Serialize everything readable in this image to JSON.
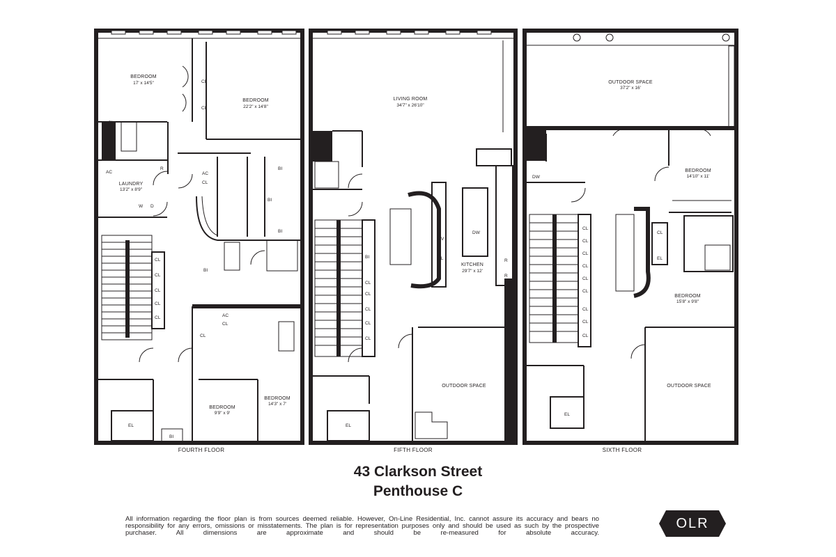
{
  "floors": [
    {
      "name": "FOURTH FLOOR",
      "rooms": [
        {
          "name": "BEDROOM",
          "dims": "17' x 14'5\""
        },
        {
          "name": "BEDROOM",
          "dims": "22'2\" x 14'8\""
        },
        {
          "name": "LAUNDRY",
          "dims": "13'2\" x 8'9\""
        },
        {
          "name": "BEDROOM",
          "dims": "9'9\" x 9'"
        },
        {
          "name": "BEDROOM",
          "dims": "14'3\" x 7'"
        }
      ],
      "fixtures": [
        "CL",
        "CL",
        "CL",
        "AC",
        "R",
        "W",
        "D",
        "AC",
        "CL",
        "BI",
        "BI",
        "BI",
        "CL",
        "CL",
        "CL",
        "CL",
        "CL",
        "BI",
        "AC",
        "CL",
        "CL",
        "EL",
        "BI"
      ]
    },
    {
      "name": "FIFTH FLOOR",
      "rooms": [
        {
          "name": "LIVING ROOM",
          "dims": "34'7\" x 26'10\""
        },
        {
          "name": "KITCHEN",
          "dims": "29'7\" x 12'"
        },
        {
          "name": "OUTDOOR SPACE",
          "dims": ""
        }
      ],
      "fixtures": [
        "DW",
        "OV",
        "CL",
        "R",
        "R",
        "BI",
        "CL",
        "CL",
        "CL",
        "CL",
        "CL",
        "EL"
      ]
    },
    {
      "name": "SIXTH FLOOR",
      "rooms": [
        {
          "name": "OUTDOOR SPACE",
          "dims": "37'2\" x 16'"
        },
        {
          "name": "BEDROOM",
          "dims": "14'10\" x 11'"
        },
        {
          "name": "BEDROOM",
          "dims": "15'8\" x 9'8\""
        },
        {
          "name": "OUTDOOR SPACE",
          "dims": ""
        }
      ],
      "fixtures": [
        "DW",
        "CL",
        "CL",
        "CL",
        "CL",
        "CL",
        "CL",
        "CL",
        "CL",
        "CL",
        "CL",
        "EL"
      ]
    }
  ],
  "title": {
    "line1": "43 Clarkson Street",
    "line2": "Penthouse C"
  },
  "disclaimer": "All information regarding the floor plan is from sources deemed reliable. However, On-Line Residential, Inc. cannot assure its accuracy and bears no responsibility for any errors, omissions or misstatements. The plan is for representation purposes only and should be used as such by the prospective purchaser. All dimensions are approximate and should be re-measured for absolute accuracy.",
  "logo": {
    "text": "OLR",
    "color": "#231f20"
  }
}
